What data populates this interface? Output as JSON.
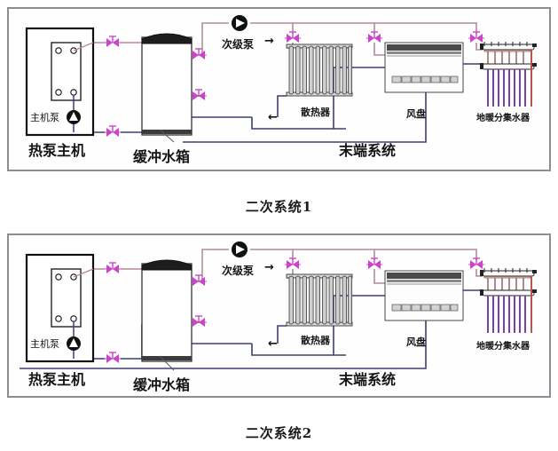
{
  "figure": {
    "title_hidden": "",
    "colors": {
      "supply_pipe": "#b58a9a",
      "return_pipe": "#3b3f77",
      "valve": "#cc44cc",
      "frame_border": "#8d8d96",
      "equipment_outline": "#111111",
      "manifold_red": "#c0504d",
      "manifold_purple": "#7b3fb0",
      "background": "#ffffff",
      "text": "#141414"
    }
  },
  "diagrams": [
    {
      "id": "diagram-1",
      "caption": "二次系统1",
      "labels": {
        "heat_pump_unit": "热泵主机",
        "main_pump": "主机泵",
        "buffer_tank": "缓冲水箱",
        "secondary_pump": "次级泵",
        "terminal_system": "末端系统",
        "radiator": "散热器",
        "fan_coil": "风盘",
        "floor_heating_manifold": "地暖分集水器",
        "flow_arrow_supply": "→",
        "flow_arrow_return": "←"
      }
    },
    {
      "id": "diagram-2",
      "caption": "二次系统2",
      "labels": {
        "heat_pump_unit": "热泵主机",
        "main_pump": "主机泵",
        "buffer_tank": "缓冲水箱",
        "secondary_pump": "次级泵",
        "terminal_system": "末端系统",
        "radiator": "散热器",
        "fan_coil": "风盘",
        "floor_heating_manifold": "地暖分集水器",
        "flow_arrow_supply": "→",
        "flow_arrow_return": "←"
      }
    }
  ],
  "components": {
    "valve_count_per_diagram": 7,
    "radiator_fin_count": 10,
    "manifold_loop_count": 6,
    "heat_exchanger_port_count": 4
  }
}
